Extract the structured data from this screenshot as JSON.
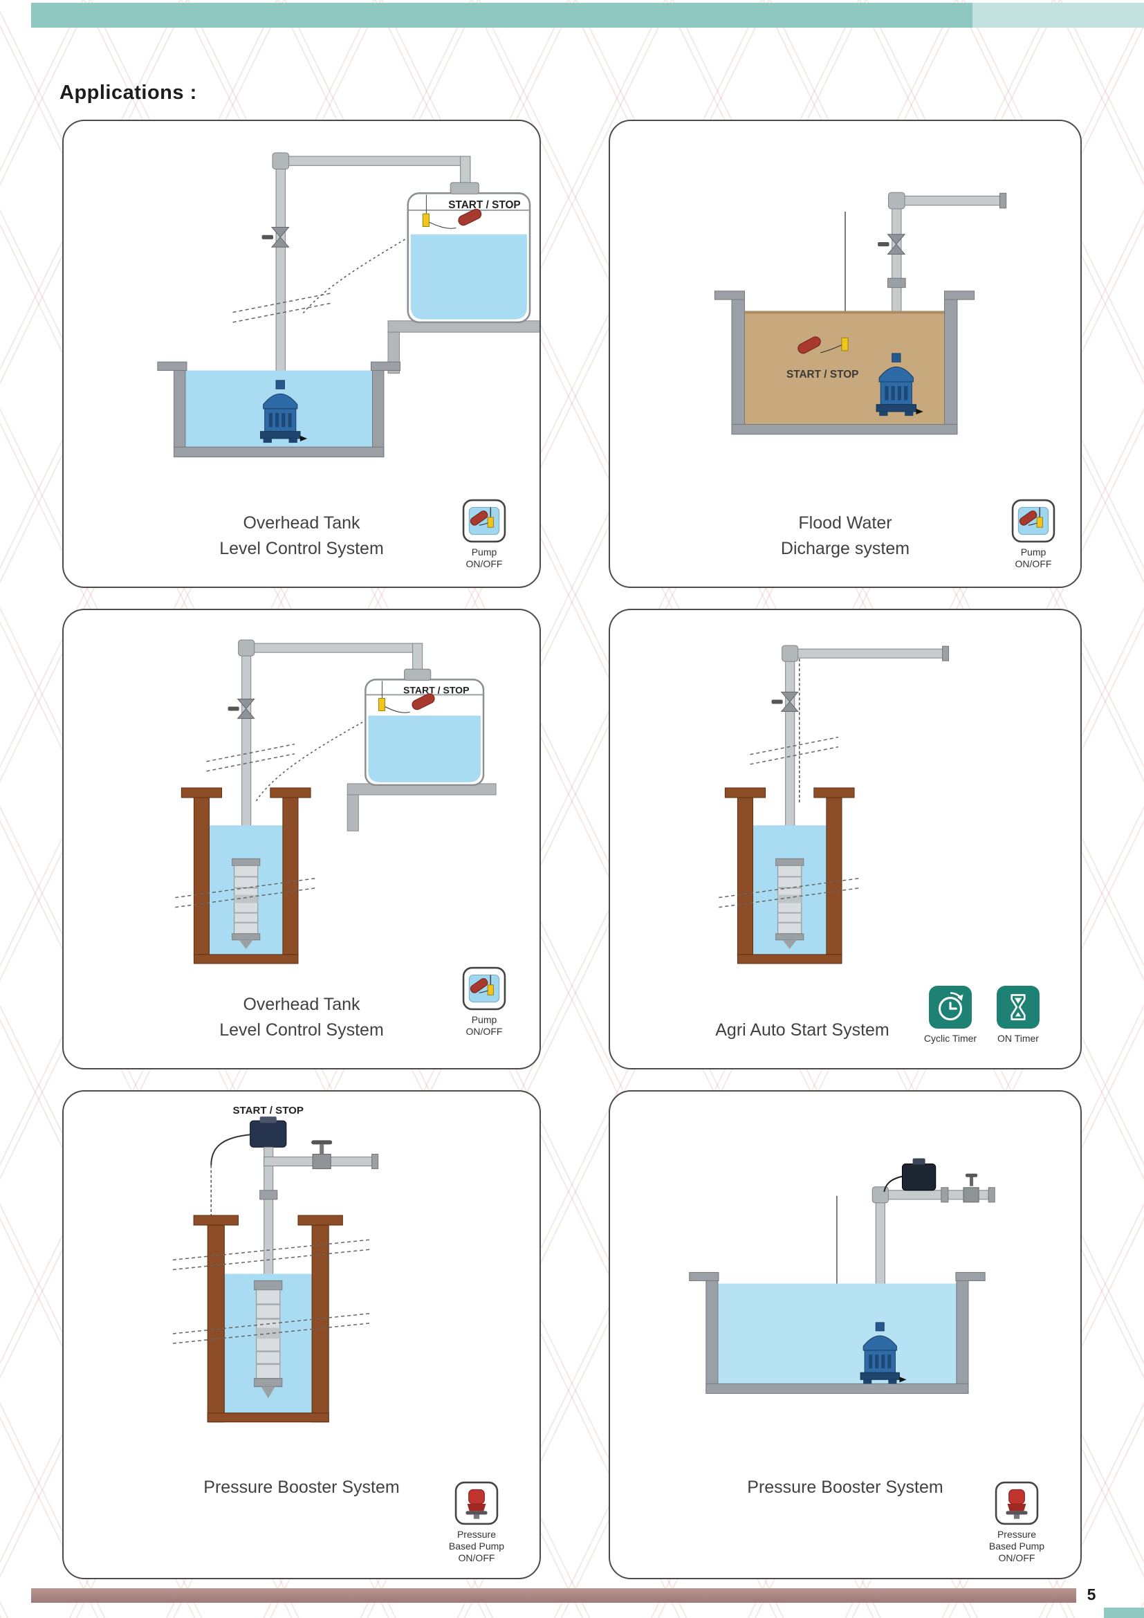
{
  "page": {
    "heading": "Applications :",
    "page_number": "5"
  },
  "badges": {
    "pump": {
      "line1": "Pump",
      "line2": "ON/OFF"
    },
    "cyclic_timer": "Cyclic Timer",
    "on_timer": "ON Timer",
    "pressure": {
      "line1": "Pressure",
      "line2": "Based Pump",
      "line3": "ON/OFF"
    }
  },
  "panels": [
    {
      "title1": "Overhead Tank",
      "title2": "Level Control System",
      "start_stop": "START / STOP"
    },
    {
      "title1": "Flood Water",
      "title2": "Dicharge system",
      "start_stop": "START / STOP"
    },
    {
      "title1": "Overhead Tank",
      "title2": "Level Control System",
      "start_stop": "START / STOP"
    },
    {
      "title1": "Agri Auto Start System"
    },
    {
      "title1": "Pressure Booster System",
      "start_stop": "START / STOP"
    },
    {
      "title1": "Pressure Booster System"
    }
  ],
  "icons": {
    "pump_onoff": "float-switch-in-tank",
    "cyclic_timer": "clock-with-arrow",
    "on_timer": "hourglass",
    "pressure": "pressure-switch"
  },
  "colors": {
    "header_teal": "#8fc9c2",
    "header_teal_light": "#c3e1de",
    "icon_teal": "#1d8274",
    "footer_bar": "#ab8584",
    "water_blue": "#a9dcf2",
    "flood_tan": "#c8a97d",
    "borewell_brown": "#8d4d26",
    "pump_blue": "#2e6aa6",
    "pressure_red": "#c23430"
  }
}
